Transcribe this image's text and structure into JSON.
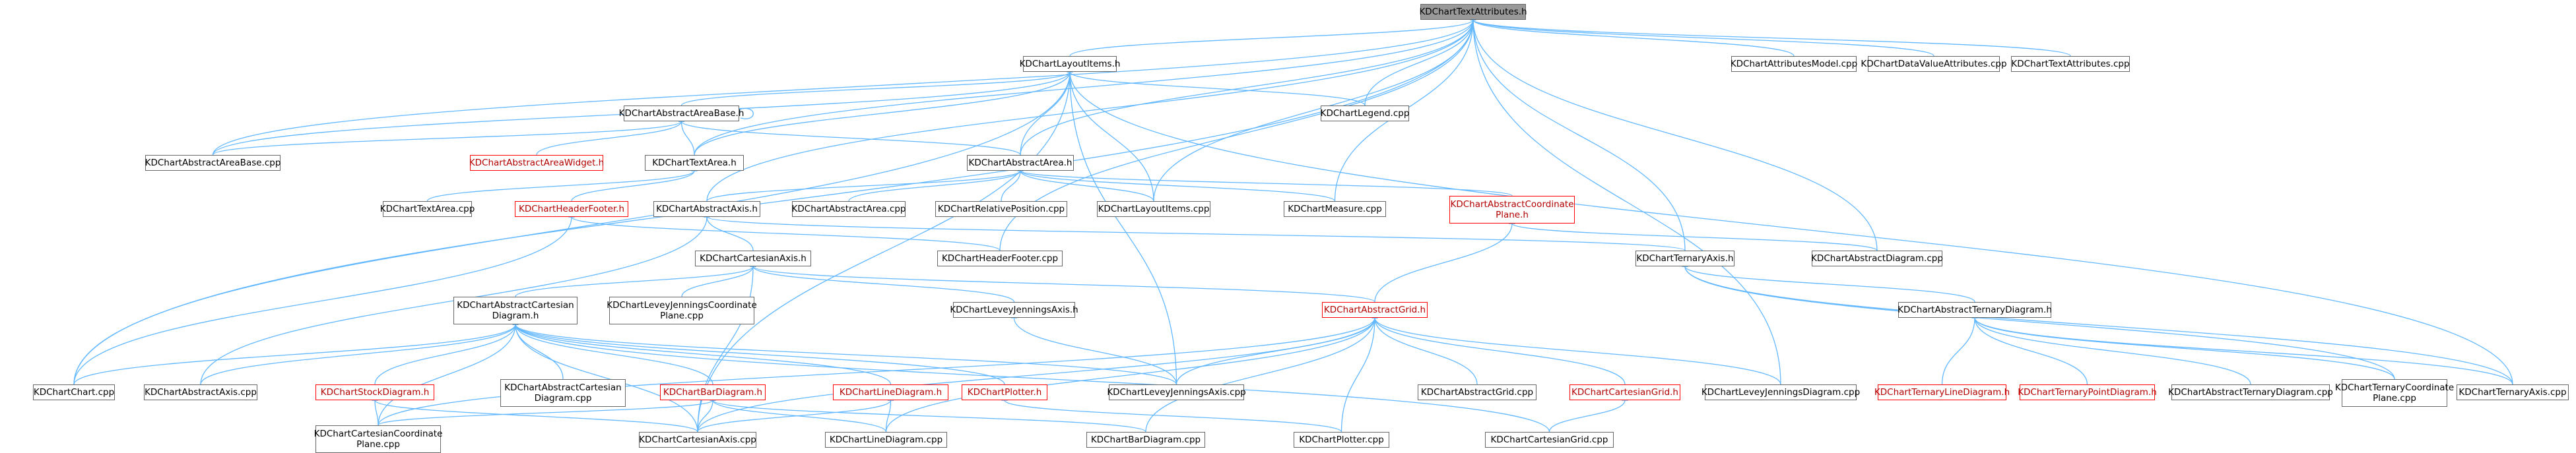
{
  "graph": {
    "edge_color": "#63b8ff",
    "node_border_color": "#666666",
    "incomplete_node_color": "#ff0000",
    "root_fill_color": "#999999",
    "nodes": {
      "root": {
        "label": "KDChartTextAttributes.h",
        "style": "root"
      },
      "layoutitems_h": {
        "label": "KDChartLayoutItems.h"
      },
      "attributesmodel_cpp": {
        "label": "KDChartAttributesModel.cpp"
      },
      "datavalueattributes_cpp": {
        "label": "KDChartDataValueAttributes.cpp"
      },
      "textattributes_cpp": {
        "label": "KDChartTextAttributes.cpp"
      },
      "abstractareabase_h": {
        "label": "KDChartAbstractAreaBase.h"
      },
      "legend_cpp": {
        "label": "KDChartLegend.cpp"
      },
      "abstractareabase_cpp": {
        "label": "KDChartAbstractAreaBase.cpp"
      },
      "abstractareawidget_h": {
        "label": "KDChartAbstractAreaWidget.h",
        "style": "red"
      },
      "textarea_h": {
        "label": "KDChartTextArea.h"
      },
      "abstractarea_h": {
        "label": "KDChartAbstractArea.h"
      },
      "textarea_cpp": {
        "label": "KDChartTextArea.cpp"
      },
      "headerfooter_h": {
        "label": "KDChartHeaderFooter.h",
        "style": "red"
      },
      "abstractaxis_h": {
        "label": "KDChartAbstractAxis.h"
      },
      "abstractarea_cpp": {
        "label": "KDChartAbstractArea.cpp"
      },
      "relativeposition_cpp": {
        "label": "KDChartRelativePosition.cpp"
      },
      "layoutitems_cpp": {
        "label": "KDChartLayoutItems.cpp"
      },
      "measure_cpp": {
        "label": "KDChartMeasure.cpp"
      },
      "abstractcoordplane_h": {
        "label": "KDChartAbstractCoordinate\nPlane.h",
        "style": "red"
      },
      "cartesianaxis_h": {
        "label": "KDChartCartesianAxis.h"
      },
      "headerfooter_cpp": {
        "label": "KDChartHeaderFooter.cpp"
      },
      "ternaryaxis_h": {
        "label": "KDChartTernaryAxis.h"
      },
      "abstractdiagram_cpp": {
        "label": "KDChartAbstractDiagram.cpp"
      },
      "abstractcartesiandiagram_h": {
        "label": "KDChartAbstractCartesian\nDiagram.h"
      },
      "leveyjenningscoordplane_cpp": {
        "label": "KDChartLeveyJenningsCoordinate\nPlane.cpp"
      },
      "leveyjenningsaxis_h": {
        "label": "KDChartLeveyJenningsAxis.h"
      },
      "abstractgrid_h": {
        "label": "KDChartAbstractGrid.h",
        "style": "red"
      },
      "abstractternarydiagram_h": {
        "label": "KDChartAbstractTernaryDiagram.h"
      },
      "chart_cpp": {
        "label": "KDChartChart.cpp"
      },
      "abstractaxis_cpp": {
        "label": "KDChartAbstractAxis.cpp"
      },
      "stockdiagram_h": {
        "label": "KDChartStockDiagram.h",
        "style": "red"
      },
      "abstractcartesiandiagram_cpp": {
        "label": "KDChartAbstractCartesian\nDiagram.cpp"
      },
      "bardiagram_h": {
        "label": "KDChartBarDiagram.h",
        "style": "red"
      },
      "linediagram_h": {
        "label": "KDChartLineDiagram.h",
        "style": "red"
      },
      "plotter_h": {
        "label": "KDChartPlotter.h",
        "style": "red"
      },
      "leveyjenningsaxis_cpp": {
        "label": "KDChartLeveyJenningsAxis.cpp"
      },
      "abstractgrid_cpp": {
        "label": "KDChartAbstractGrid.cpp"
      },
      "cartesiangrid_h": {
        "label": "KDChartCartesianGrid.h",
        "style": "red"
      },
      "leveyjenningsdiagram_cpp": {
        "label": "KDChartLeveyJenningsDiagram.cpp"
      },
      "ternarylinediagram_h": {
        "label": "KDChartTernaryLineDiagram.h",
        "style": "red"
      },
      "ternarypointdiagram_h": {
        "label": "KDChartTernaryPointDiagram.h",
        "style": "red"
      },
      "abstractternarydiagram_cpp": {
        "label": "KDChartAbstractTernaryDiagram.cpp"
      },
      "ternarycoordplane_cpp": {
        "label": "KDChartTernaryCoordinate\nPlane.cpp"
      },
      "ternaryaxis_cpp": {
        "label": "KDChartTernaryAxis.cpp"
      },
      "cartesiancoordplane_cpp": {
        "label": "KDChartCartesianCoordinate\nPlane.cpp"
      },
      "cartesianaxis_cpp": {
        "label": "KDChartCartesianAxis.cpp"
      },
      "linediagram_cpp": {
        "label": "KDChartLineDiagram.cpp"
      },
      "bardiagram_cpp": {
        "label": "KDChartBarDiagram.cpp"
      },
      "plotter_cpp": {
        "label": "KDChartPlotter.cpp"
      },
      "cartesiangrid_cpp": {
        "label": "KDChartCartesianGrid.cpp"
      }
    },
    "edges": [
      [
        "root",
        "layoutitems_h"
      ],
      [
        "root",
        "attributesmodel_cpp"
      ],
      [
        "root",
        "datavalueattributes_cpp"
      ],
      [
        "root",
        "textattributes_cpp"
      ],
      [
        "root",
        "chart_cpp"
      ],
      [
        "root",
        "abstractareabase_cpp"
      ],
      [
        "root",
        "legend_cpp"
      ],
      [
        "root",
        "textarea_h"
      ],
      [
        "root",
        "abstractarea_h"
      ],
      [
        "root",
        "abstractaxis_h"
      ],
      [
        "root",
        "measure_cpp"
      ],
      [
        "root",
        "headerfooter_cpp"
      ],
      [
        "root",
        "ternaryaxis_h"
      ],
      [
        "root",
        "abstractdiagram_cpp"
      ],
      [
        "root",
        "leveyjenningsdiagram_cpp"
      ],
      [
        "root",
        "layoutitems_cpp"
      ],
      [
        "layoutitems_h",
        "abstractareabase_h"
      ],
      [
        "layoutitems_h",
        "legend_cpp"
      ],
      [
        "layoutitems_h",
        "abstractareabase_cpp"
      ],
      [
        "layoutitems_h",
        "chart_cpp"
      ],
      [
        "layoutitems_h",
        "abstractarea_h"
      ],
      [
        "layoutitems_h",
        "textarea_h"
      ],
      [
        "layoutitems_h",
        "layoutitems_cpp"
      ],
      [
        "layoutitems_h",
        "leveyjenningsaxis_cpp"
      ],
      [
        "layoutitems_h",
        "ternaryaxis_cpp"
      ],
      [
        "layoutitems_h",
        "cartesianaxis_cpp"
      ],
      [
        "abstractareabase_h",
        "abstractareabase_h"
      ],
      [
        "abstractareabase_h",
        "abstractareabase_cpp"
      ],
      [
        "abstractareabase_h",
        "abstractareawidget_h"
      ],
      [
        "abstractareabase_h",
        "textarea_h"
      ],
      [
        "abstractareabase_h",
        "abstractarea_h"
      ],
      [
        "textarea_h",
        "textarea_cpp"
      ],
      [
        "textarea_h",
        "headerfooter_h"
      ],
      [
        "abstractarea_h",
        "abstractaxis_h"
      ],
      [
        "abstractarea_h",
        "abstractarea_cpp"
      ],
      [
        "abstractarea_h",
        "relativeposition_cpp"
      ],
      [
        "abstractarea_h",
        "layoutitems_cpp"
      ],
      [
        "abstractarea_h",
        "measure_cpp"
      ],
      [
        "abstractarea_h",
        "abstractcoordplane_h"
      ],
      [
        "headerfooter_h",
        "chart_cpp"
      ],
      [
        "headerfooter_h",
        "headerfooter_cpp"
      ],
      [
        "abstractaxis_h",
        "cartesianaxis_h"
      ],
      [
        "abstractaxis_h",
        "abstractaxis_cpp"
      ],
      [
        "abstractaxis_h",
        "ternaryaxis_h"
      ],
      [
        "abstractcoordplane_h",
        "abstractgrid_h"
      ],
      [
        "abstractcoordplane_h",
        "abstractdiagram_cpp"
      ],
      [
        "cartesianaxis_h",
        "abstractcartesiandiagram_h"
      ],
      [
        "cartesianaxis_h",
        "leveyjenningscoordplane_cpp"
      ],
      [
        "cartesianaxis_h",
        "leveyjenningsaxis_h"
      ],
      [
        "cartesianaxis_h",
        "abstractgrid_h"
      ],
      [
        "cartesianaxis_h",
        "cartesianaxis_cpp"
      ],
      [
        "ternaryaxis_h",
        "abstractternarydiagram_h"
      ],
      [
        "ternaryaxis_h",
        "ternaryaxis_cpp"
      ],
      [
        "ternaryaxis_h",
        "ternarycoordplane_cpp"
      ],
      [
        "abstractcartesiandiagram_h",
        "chart_cpp"
      ],
      [
        "abstractcartesiandiagram_h",
        "abstractaxis_cpp"
      ],
      [
        "abstractcartesiandiagram_h",
        "stockdiagram_h"
      ],
      [
        "abstractcartesiandiagram_h",
        "abstractcartesiandiagram_cpp"
      ],
      [
        "abstractcartesiandiagram_h",
        "bardiagram_h"
      ],
      [
        "abstractcartesiandiagram_h",
        "linediagram_h"
      ],
      [
        "abstractcartesiandiagram_h",
        "plotter_h"
      ],
      [
        "abstractcartesiandiagram_h",
        "leveyjenningsaxis_cpp"
      ],
      [
        "abstractcartesiandiagram_h",
        "cartesiancoordplane_cpp"
      ],
      [
        "abstractcartesiandiagram_h",
        "cartesianaxis_cpp"
      ],
      [
        "abstractcartesiandiagram_h",
        "cartesiangrid_cpp"
      ],
      [
        "leveyjenningsaxis_h",
        "leveyjenningsaxis_cpp"
      ],
      [
        "abstractgrid_h",
        "leveyjenningsaxis_cpp"
      ],
      [
        "abstractgrid_h",
        "abstractgrid_cpp"
      ],
      [
        "abstractgrid_h",
        "cartesiangrid_h"
      ],
      [
        "abstractgrid_h",
        "leveyjenningsdiagram_cpp"
      ],
      [
        "abstractgrid_h",
        "cartesianaxis_cpp"
      ],
      [
        "abstractgrid_h",
        "linediagram_cpp"
      ],
      [
        "abstractgrid_h",
        "bardiagram_cpp"
      ],
      [
        "abstractgrid_h",
        "plotter_cpp"
      ],
      [
        "abstractgrid_h",
        "cartesiancoordplane_cpp"
      ],
      [
        "abstractternarydiagram_h",
        "ternarylinediagram_h"
      ],
      [
        "abstractternarydiagram_h",
        "ternarypointdiagram_h"
      ],
      [
        "abstractternarydiagram_h",
        "abstractternarydiagram_cpp"
      ],
      [
        "abstractternarydiagram_h",
        "ternarycoordplane_cpp"
      ],
      [
        "abstractternarydiagram_h",
        "ternaryaxis_cpp"
      ],
      [
        "stockdiagram_h",
        "cartesiancoordplane_cpp"
      ],
      [
        "stockdiagram_h",
        "cartesianaxis_cpp"
      ],
      [
        "bardiagram_h",
        "cartesiancoordplane_cpp"
      ],
      [
        "bardiagram_h",
        "cartesianaxis_cpp"
      ],
      [
        "bardiagram_h",
        "bardiagram_cpp"
      ],
      [
        "bardiagram_h",
        "linediagram_cpp"
      ],
      [
        "linediagram_h",
        "linediagram_cpp"
      ],
      [
        "linediagram_h",
        "cartesianaxis_cpp"
      ],
      [
        "plotter_h",
        "plotter_cpp"
      ],
      [
        "cartesiangrid_h",
        "cartesiangrid_cpp"
      ]
    ]
  }
}
